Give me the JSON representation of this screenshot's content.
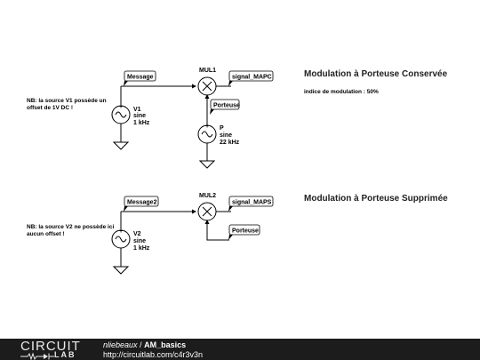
{
  "circuit1": {
    "title": "Modulation à Porteuse Conservée",
    "subtitle": "indice de modulation : 50%",
    "note_line1": "NB: la source V1 possède un",
    "note_line2": "offset de 1V DC !",
    "flag_message": "Message",
    "flag_output": "signal_MAPC",
    "flag_carrier": "Porteuse",
    "mult_label": "MUL1",
    "src1_name": "V1",
    "src1_type": "sine",
    "src1_freq": "1 kHz",
    "src2_name": "P",
    "src2_type": "sine",
    "src2_freq": "22 kHz"
  },
  "circuit2": {
    "title": "Modulation à Porteuse Supprimée",
    "note_line1": "NB: la source V2 ne possède ici",
    "note_line2": "aucun offset !",
    "flag_message": "Message2",
    "flag_output": "signal_MAPS",
    "flag_carrier": "Porteuse",
    "mult_label": "MUL2",
    "src_name": "V2",
    "src_type": "sine",
    "src_freq": "1 kHz"
  },
  "footer": {
    "logo_top": "CIRCUIT",
    "logo_bottom": "LAB",
    "author": "nliebeaux",
    "separator": "/",
    "project": "AM_basics",
    "url": "http://circuitlab.com/c4r3v3n"
  },
  "colors": {
    "footer_bg": "#1c1c1c",
    "wire": "#000000"
  }
}
